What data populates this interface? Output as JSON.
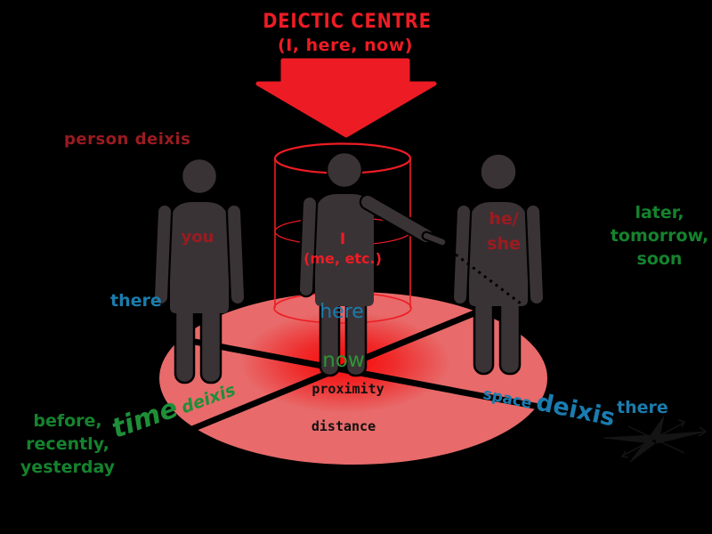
{
  "labels": {
    "title1": "DEICTIC CENTRE",
    "title2": "(I, here, now)",
    "person_deixis": "person deixis",
    "you": "you",
    "there_left": "there",
    "i": "I",
    "me_etc": "(me, etc.)",
    "here": "here",
    "now": "now",
    "proximity": "proximity",
    "distance": "distance",
    "he": "he/",
    "she": "she",
    "future": [
      "later,",
      "tomorrow,",
      "soon"
    ],
    "past": [
      "before,",
      "recently,",
      "yesterday"
    ],
    "time_axis": {
      "word1": "time",
      "word2": "deixis"
    },
    "space_axis": {
      "word1": "space",
      "word2": "deixis"
    },
    "there_right": "there"
  },
  "icons": {
    "down_arrow": "down-arrow-icon",
    "compass": "compass-rose-icon"
  },
  "colors": {
    "bright_red": "#ed1c24",
    "dark_red": "#9b1b20",
    "blue": "#1b7cad",
    "green": "#15832e",
    "bright_green": "#2f9434",
    "ground_pink": "#e86a6a",
    "figure_grey": "#3a3336",
    "background": "#000000",
    "line_black": "#000000"
  }
}
